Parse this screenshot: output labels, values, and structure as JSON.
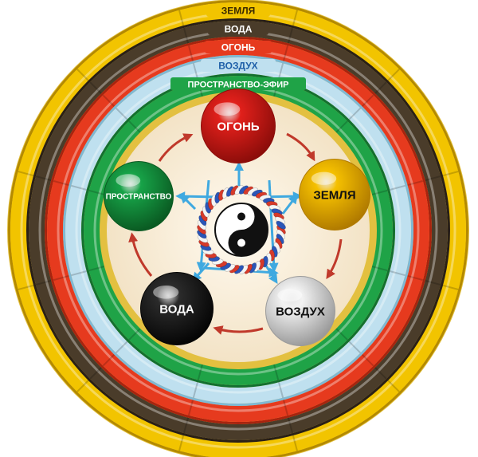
{
  "rings": [
    {
      "label": "ЗЕМЛЯ",
      "color": "#f2c400",
      "edge": "#b48a00",
      "text_color": "#3a2a00"
    },
    {
      "label": "ВОДА",
      "color": "#4a3c2a",
      "edge": "#2a2016",
      "text_color": "#ffffff"
    },
    {
      "label": "ОГОНЬ",
      "color": "#e63a1e",
      "edge": "#a8230f",
      "text_color": "#ffffff"
    },
    {
      "label": "ВОЗДУХ",
      "color": "#bfe0ef",
      "edge": "#7fb8d4",
      "text_color": "#1e5fa8"
    },
    {
      "label": "ПРОСТРАНСТВО-ЭФИР",
      "color": "#1fa347",
      "edge": "#137030",
      "text_color": "#ffffff"
    }
  ],
  "spheres": [
    {
      "id": "fire",
      "label": "ОГОНЬ",
      "color": "#e1201b",
      "shade": "#8c0d0a",
      "text_color": "#ffffff"
    },
    {
      "id": "earth",
      "label": "ЗЕМЛЯ",
      "color": "#f5c000",
      "shade": "#b07a00",
      "text_color": "#111111"
    },
    {
      "id": "air",
      "label": "ВОЗДУХ",
      "color": "#f2f2f2",
      "shade": "#9a9a9a",
      "text_color": "#111111"
    },
    {
      "id": "water",
      "label": "ВОДА",
      "color": "#2b2b2b",
      "shade": "#050505",
      "text_color": "#ffffff"
    },
    {
      "id": "space",
      "label": "ПРОСТРАНСТВО",
      "color": "#17a348",
      "shade": "#0a5a22",
      "text_color": "#ffffff"
    }
  ],
  "colors": {
    "inner_field": "#fbf2e2",
    "cycle_arrow": "#c0392b",
    "star_arrow": "#3fa9e0",
    "rope_red": "#d63a2a",
    "rope_blue": "#2a56b8",
    "rope_white": "#f4f4f4"
  },
  "center_icon": "yin-yang-icon"
}
